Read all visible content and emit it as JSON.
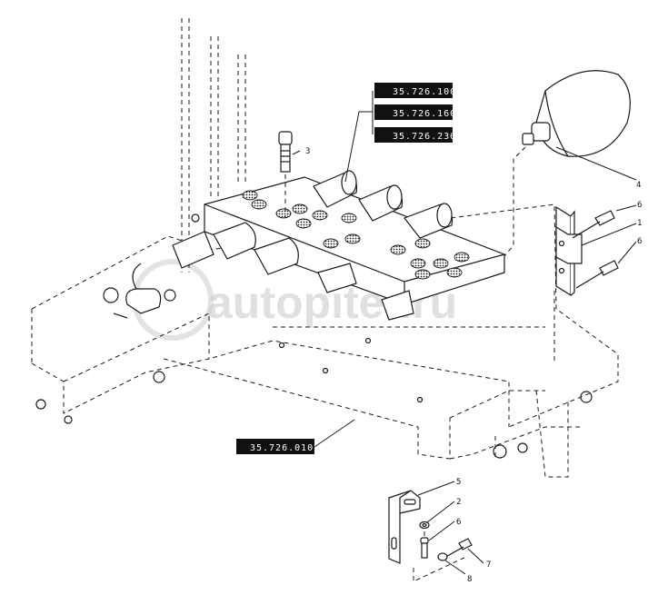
{
  "watermark": "autopiter.ru",
  "references": {
    "ref_100": "35.726.100",
    "ref_160": "35.726.160",
    "ref_230": "35.726.230",
    "ref_010": "35.726.010"
  },
  "callouts": {
    "c1": "1",
    "c2": "2",
    "c3": "3",
    "c4": "4",
    "c5": "5",
    "c6a": "6",
    "c6b": "6",
    "c6c": "6",
    "c7": "7",
    "c8": "8"
  }
}
